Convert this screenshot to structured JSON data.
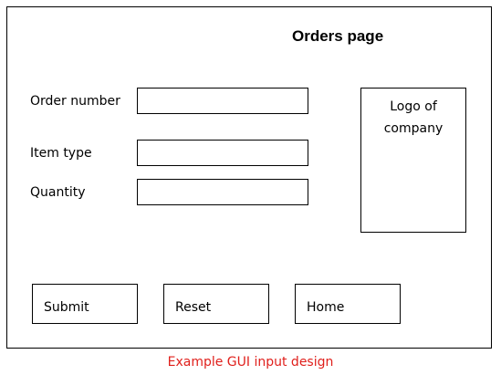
{
  "page": {
    "title": "Orders page"
  },
  "form": {
    "order_number": {
      "label": "Order number",
      "value": ""
    },
    "item_type": {
      "label": "Item type",
      "value": ""
    },
    "quantity": {
      "label": "Quantity",
      "value": ""
    }
  },
  "logo": {
    "text": "Logo of company"
  },
  "buttons": {
    "submit": "Submit",
    "reset": "Reset",
    "home": "Home"
  },
  "caption": {
    "text": "Example GUI input design",
    "color": "#e0201c"
  }
}
